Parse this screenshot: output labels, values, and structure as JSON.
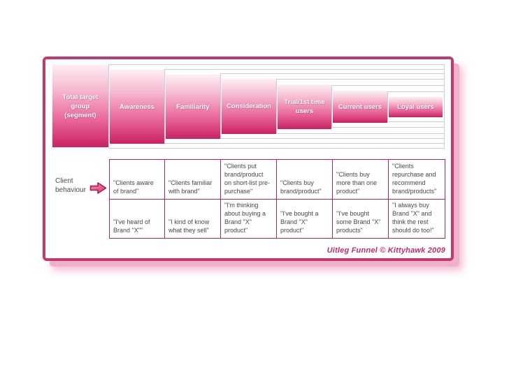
{
  "slide": {
    "funnel": {
      "stages": [
        {
          "label": "Total target\ngroup\n(segment)"
        },
        {
          "label": "Awareness"
        },
        {
          "label": "Familiarity"
        },
        {
          "label": "Consideration"
        },
        {
          "label": "Trial/1st time\nusers"
        },
        {
          "label": "Current users"
        },
        {
          "label": "Loyal users"
        }
      ]
    },
    "row_label": "Client\nbehaviour",
    "icons": {
      "client_behaviour_arrow": "block-arrow-right"
    },
    "table": {
      "rows": [
        [
          "\"Clients aware\nof brand\"",
          "\"Clients familiar\nwith brand\"",
          "\"Clients put\nbrand/product\non short-list pre-\npurchase\"",
          "\"Clients buy\nbrand/product\"",
          "\"Clients buy\nmore than one\nproduct\"",
          "\"Clients\nrepurchase and\nrecommend\nbrand/products\""
        ],
        [
          "\"I've heard of\nBrand \"X\"\"",
          "\"I kind of know\nwhat they sell\"",
          "\"I'm thinking\nabout buying a\nBrand \"X\"\nproduct\"",
          "\"I've bought a\nBrand \"X\"\nproduct\"",
          "\"I've bought\nsome Brand \"X\"\nproducts\"",
          "\"I always buy\nBrand \"X\" and\nthink the rest\nshould do too!\""
        ]
      ]
    },
    "caption": "Uitleg Funnel © Kittyhawk 2009",
    "colors": {
      "accent_border": "#c23a6b",
      "table_border": "#a62a5a",
      "bar_gradient_top": "#fdeef4",
      "bar_gradient_bottom": "#cb2163",
      "shadow_pink": "#f1aecb",
      "frame_grey": "#cdcdcd",
      "text_grey": "#474747"
    }
  }
}
